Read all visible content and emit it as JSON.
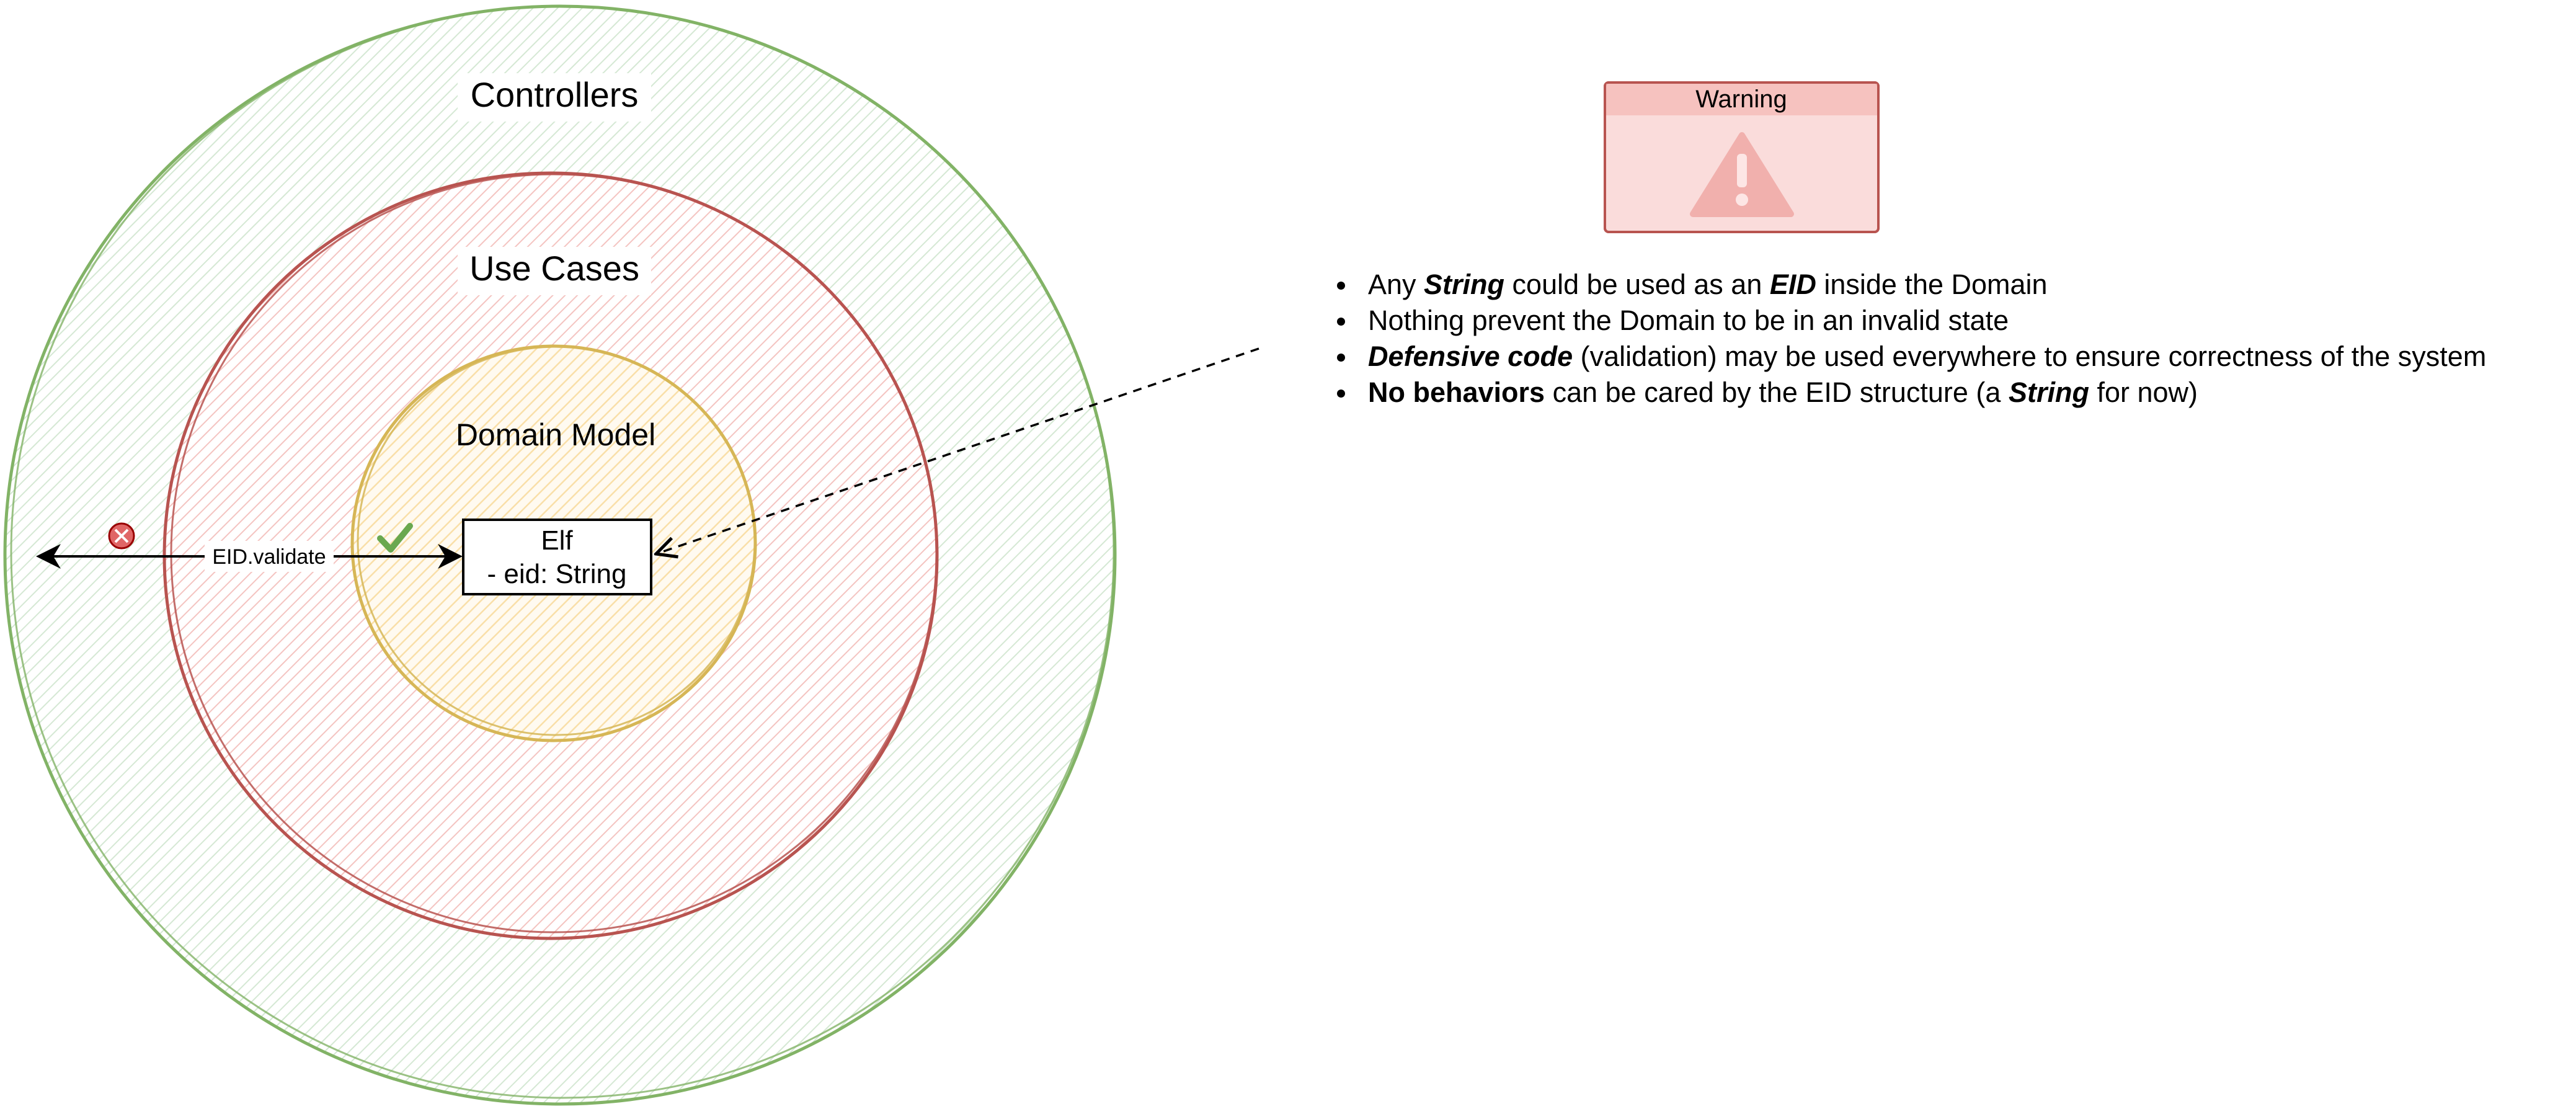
{
  "diagram": {
    "layers": [
      {
        "name": "controllers",
        "label": "Controllers",
        "color": "#82b366",
        "fill": "#d5e8d4"
      },
      {
        "name": "use-cases",
        "label": "Use Cases",
        "color": "#b85450",
        "fill": "#f8cecc"
      },
      {
        "name": "domain-model",
        "label": "Domain Model",
        "color": "#d6b656",
        "fill": "#fff2cc"
      }
    ],
    "entity": {
      "name": "Elf",
      "field": "- eid: String"
    },
    "arrow_label": "EID.validate",
    "status": {
      "rejected_icon": "error-icon",
      "accepted_icon": "checkmark-icon",
      "accent": "#6aa84f"
    },
    "warning": {
      "title": "Warning",
      "icon": "warning-triangle-icon",
      "border": "#b85450",
      "fill": "#f8cecc"
    },
    "notes": [
      {
        "a": "Any ",
        "b": "String",
        "c": " could be used as an ",
        "d": "EID",
        "e": " inside the Domain"
      },
      {
        "text": "Nothing prevent the Domain to be in an invalid state"
      },
      {
        "a": "Defensive code",
        "b": " (validation) may be used everywhere to ensure correctness of the system"
      },
      {
        "a": "No behaviors",
        "b": " can be cared by the EID structure (a ",
        "c": "String",
        "d": " for now)"
      }
    ]
  }
}
